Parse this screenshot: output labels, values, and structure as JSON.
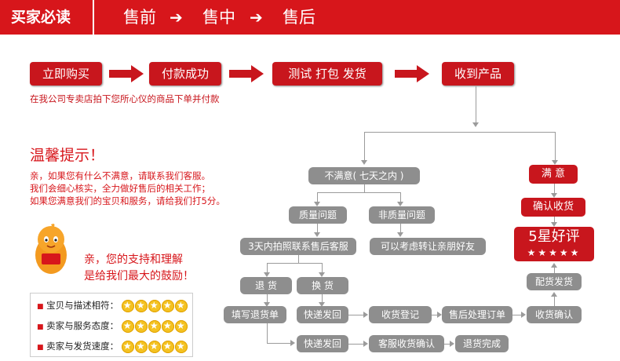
{
  "header": {
    "title": "买家必读",
    "steps": [
      "售前",
      "售中",
      "售后"
    ],
    "arrow": "➔"
  },
  "process": {
    "steps": [
      "立即购买",
      "付款成功",
      "测试 打包 发货",
      "收到产品"
    ],
    "subtitle": "在我公司专卖店拍下您所心仪的商品下单并付款"
  },
  "notice": {
    "title": "温馨提示！",
    "lines": [
      "亲，如果您有什么不满意，请联系我们客服。",
      "我们会细心核实，全力做好售后的相关工作；",
      "如果您满意我们的宝贝和服务，请给我们打5分。"
    ]
  },
  "mascot": {
    "message_line1": "亲，您的支持和理解",
    "message_line2": "是给我们最大的鼓励！"
  },
  "ratings": {
    "rows": [
      {
        "label": "宝贝与描述相符：",
        "stars": 5
      },
      {
        "label": "卖家与服务态度：",
        "stars": 5
      },
      {
        "label": "卖家与发货速度：",
        "stars": 5
      }
    ]
  },
  "flow": {
    "unsatisfied": "不满意( 七天之内 )",
    "quality": "质量问题",
    "non_quality": "非质量问题",
    "photo_contact": "3天内拍照联系售后客服",
    "consider_gift": "可以考虑转让亲朋好友",
    "return": "退 货",
    "exchange": "换 货",
    "fill_return": "填写退货单",
    "ship_back_1": "快递发回",
    "receive_register": "收货登记",
    "after_sale_order": "售后处理订单",
    "confirm_receipt_gray": "收货确认",
    "ship_back_2": "快递发回",
    "service_confirm": "客服收货确认",
    "return_done": "退货完成",
    "satisfied": "满 意",
    "confirm_receipt": "确认收货",
    "five_star": "5星好评",
    "five_star_stars": "★★★★★",
    "restock_ship": "配货发货"
  },
  "colors": {
    "brand_red": "#d7161b",
    "button_red": "#c8161d",
    "flow_gray": "#8e8e8e",
    "star_gold": "#f4c221"
  }
}
